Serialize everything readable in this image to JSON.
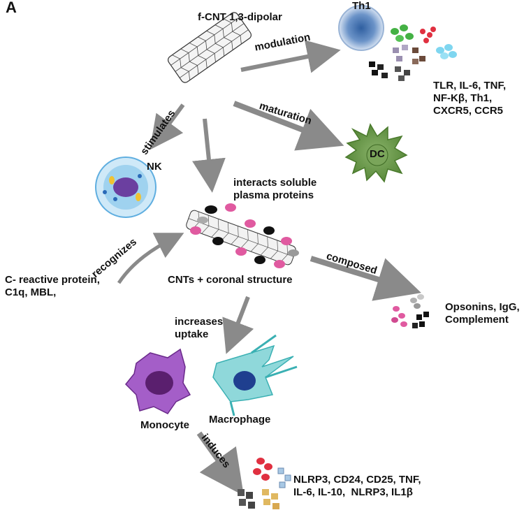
{
  "figure": {
    "panel_label": "A",
    "labels": {
      "fcnt": "f-CNT 1,3-dipolar",
      "th1": "Th1",
      "modulation": "modulation",
      "th1_markers": "TLR, IL-6, TNF,\nNF-Kβ, Th1,\nCXCR5, CCR5",
      "maturation": "maturation",
      "dc": "DC",
      "stimulates": "stimulates",
      "nk": "NK",
      "interacts": "interacts soluble\nplasma proteins",
      "recognizes": "recognizes",
      "crp": "C- reactive protein,\nC1q, MBL,",
      "corona": "CNTs + coronal structure",
      "composed": "composed",
      "opsonins": "Opsonins, IgG,\nComplement",
      "increases": "increases\nuptake",
      "monocyte": "Monocyte",
      "macrophage": "Macrophage",
      "induces": "induces",
      "induced_markers": "NLRP3, CD24, CD25, TNF,\nIL-6, IL-10,  NLRP3, IL1β"
    },
    "colors": {
      "arrow": "#8a8a8a",
      "th1_cell": "#4a78b8",
      "dc_cell": "#6f9a4a",
      "nk_cell": "#7fc3e8",
      "nk_nucleus": "#6b3fa0",
      "monocyte": "#8e4bb0",
      "macrophage": "#5fc7c9",
      "macrophage_nucleus": "#1f3f8f",
      "protein_pink": "#e05aa0",
      "protein_black": "#111111",
      "protein_gray": "#999999"
    }
  }
}
